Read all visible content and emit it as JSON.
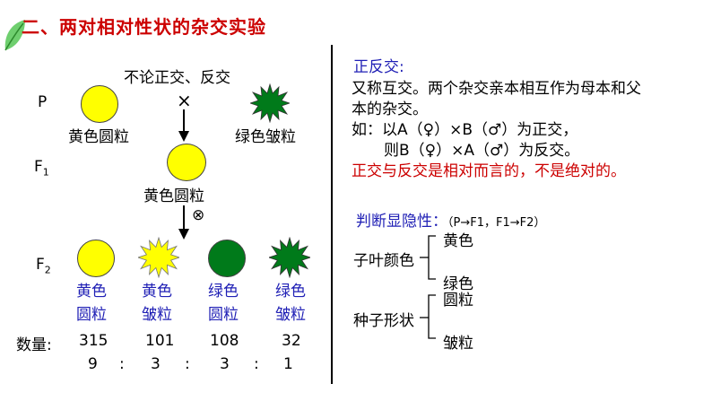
{
  "title": "二、两对相对性状的杂交实验",
  "experiment": {
    "header": "不论正交、反交",
    "p_label": "P",
    "cross_symbol": "×",
    "parent1_label": "黄色圆粒",
    "parent2_label": "绿色皱粒",
    "f1_label_main": "F",
    "f1_label_sub": "1",
    "f1_offspring_label": "黄色圆粒",
    "self_symbol": "⊗",
    "f2_label_main": "F",
    "f2_label_sub": "2",
    "f2": [
      {
        "line1": "黄色",
        "line2": "圆粒",
        "count": "315",
        "ratio": "9"
      },
      {
        "line1": "黄色",
        "line2": "皱粒",
        "count": "101",
        "ratio": "3"
      },
      {
        "line1": "绿色",
        "line2": "圆粒",
        "count": "108",
        "ratio": "3"
      },
      {
        "line1": "绿色",
        "line2": "皱粒",
        "count": "32",
        "ratio": "1"
      }
    ],
    "count_label": "数量:",
    "ratio_sep": ":"
  },
  "right": {
    "heading": "正反交:",
    "para1": "又称互交。两个杂交亲本相互作为母本和父",
    "para2": "本的杂交。",
    "ex1": "如：以A（♀）×B（♂）为正交，",
    "ex2": "则B（♀）×A（♂）为反交。",
    "note": "正交与反交是相对而言的，不是绝对的。",
    "judge_heading": "判断显隐性：",
    "judge_sub": "（P→F1，F1→F2）",
    "trait1": "子叶颜色",
    "trait1_a": "黄色",
    "trait1_b": "绿色",
    "trait2": "种子形状",
    "trait2_a": "圆粒",
    "trait2_b": "皱粒"
  },
  "colors": {
    "title": "#cc0000",
    "accent_blue": "#1f1fb5",
    "yellow": "#ffff00",
    "green": "#007a1a"
  }
}
